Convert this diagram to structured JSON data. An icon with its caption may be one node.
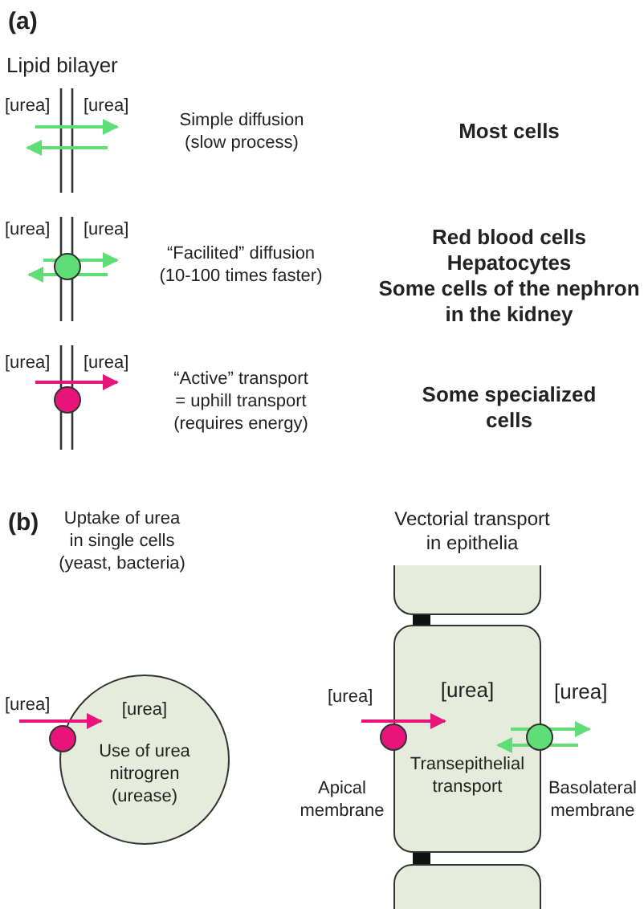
{
  "diagram": {
    "nodes": [
      {
        "text": [
          "[urea]",
          "Use of urea nitrogren (urease)"
        ]
      },
      {
        "text": [],
        "shape": "box"
      },
      {
        "text": [
          "[urea]",
          "Transepithelial transport"
        ]
      },
      {
        "text": [],
        "shape": "box"
      }
    ],
    "labels": [
      "(a)",
      "Lipid bilayer",
      "[urea]",
      "[urea]",
      "Simple diffusion (slow process)",
      "Most cells",
      "[urea]",
      "[urea]",
      "“Facilited” diffusion (10-100 times faster)",
      "Red blood cells",
      "Hepatocytes",
      "Some cells of the nephron in the kidney",
      "[urea]",
      "[urea]",
      "“Active” transport = uphill transport (requires energy)",
      "Some specialized cells",
      "(b)",
      "Uptake of urea in single cells (yeast, bacteria)",
      "Vectorial transport in epithelia",
      "[urea]",
      "[urea]",
      "Apical membrane",
      "[urea]",
      "Basolateral membrane"
    ]
  }
}
